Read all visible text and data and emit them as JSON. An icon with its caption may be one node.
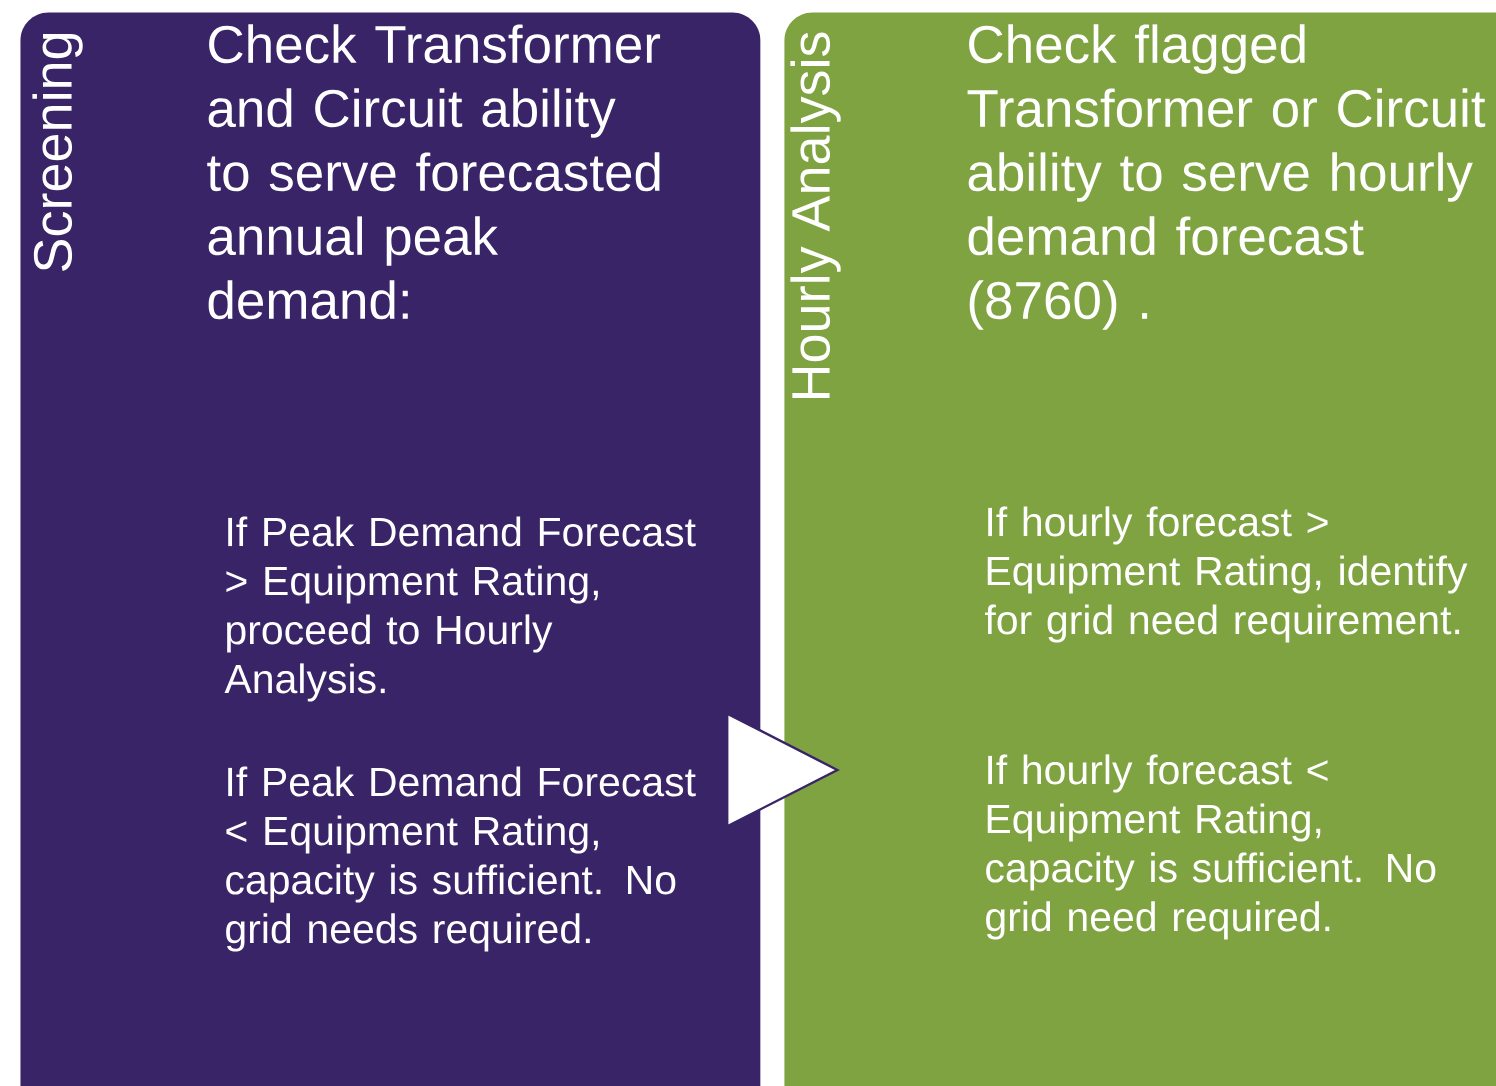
{
  "diagram": {
    "nodes": [
      {
        "text": [
          "Screening",
          "Check Transformer and Circuit ability to serve forecasted annual peak demand:",
          "If Peak Demand Forecast > Equipment Rating, proceed to Hourly Analysis.",
          "If Peak Demand Forecast < Equipment Rating, capacity is sufficient. No grid needs required."
        ]
      },
      {
        "text": [
          "Hourly Analysis",
          "Check flagged Transformer or Circuit ability to serve hourly demand forecast (8760) .",
          "If hourly forecast > Equipment Rating, identify for grid need requirement.",
          "If hourly forecast < Equipment Rating, capacity is sufficient. No grid need required."
        ]
      }
    ],
    "edges": [
      {
        "from": 0,
        "to": 1,
        "arrow": "to"
      }
    ]
  }
}
